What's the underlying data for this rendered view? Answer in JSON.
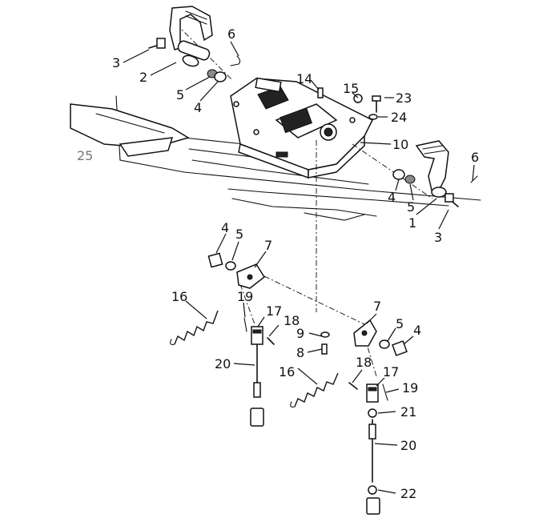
{
  "diagram": {
    "callouts": {
      "c1": "1",
      "c2": "2",
      "c3a": "3",
      "c3b": "3",
      "c4a": "4",
      "c4b": "4",
      "c4c": "4",
      "c4d": "4",
      "c5a": "5",
      "c5b": "5",
      "c5c": "5",
      "c5d": "5",
      "c6a": "6",
      "c6b": "6",
      "c7a": "7",
      "c7b": "7",
      "c8": "8",
      "c9": "9",
      "c10": "10",
      "c14": "14",
      "c15": "15",
      "c16a": "16",
      "c16b": "16",
      "c17a": "17",
      "c17b": "17",
      "c18a": "18",
      "c18b": "18",
      "c19a": "19",
      "c19b": "19",
      "c20a": "20",
      "c20b": "20",
      "c21": "21",
      "c22": "22",
      "c23": "23",
      "c24": "24",
      "c25": "25"
    }
  }
}
